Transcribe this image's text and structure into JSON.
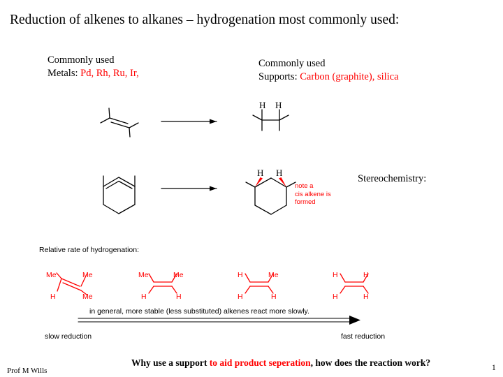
{
  "slide": {
    "title": "Reduction of alkenes to alkanes – hydrogenation most commonly used:",
    "labels": {
      "metals_line1": "Commonly used",
      "metals_line2_prefix": "Metals:",
      "metals_line2_value": "Pd, Rh, Ru, Ir,",
      "supports_line1": "Commonly used",
      "supports_line2_prefix": "Supports:",
      "supports_line2_value": "Carbon (graphite), silica",
      "stereochemistry": "Stereochemistry:",
      "note_line1": "note a",
      "note_line2": "cis alkene is",
      "note_line3": "formed",
      "relative_rate": "Relative rate of hydrogenation:",
      "general_rule": "in general, more stable (less substituted) alkenes react more slowly.",
      "slow_reduction": "slow reduction",
      "fast_reduction": "fast reduction"
    },
    "alkene_series": [
      {
        "top_left": "Me",
        "top_right": "Me",
        "bottom_left": "H",
        "bottom_right": "Me"
      },
      {
        "top_left": "Me",
        "top_right": "Me",
        "bottom_left": "H",
        "bottom_right": "H"
      },
      {
        "top_left": "H",
        "top_right": "Me",
        "bottom_left": "H",
        "bottom_right": "H"
      },
      {
        "top_left": "H",
        "top_right": "H",
        "bottom_left": "H",
        "bottom_right": "H"
      }
    ],
    "hydrogens": {
      "product1_h_left": "H",
      "product1_h_right": "H",
      "product2_h_left": "H",
      "product2_h_right": "H"
    },
    "footer": {
      "author": "Prof M Wills",
      "page_number": "1",
      "question_prefix": "Why use a support ",
      "question_red": "to aid product seperation",
      "question_suffix": ", how does the reaction work?"
    },
    "colors": {
      "accent_red": "#ff0000",
      "text_black": "#000000",
      "background": "#ffffff"
    }
  }
}
